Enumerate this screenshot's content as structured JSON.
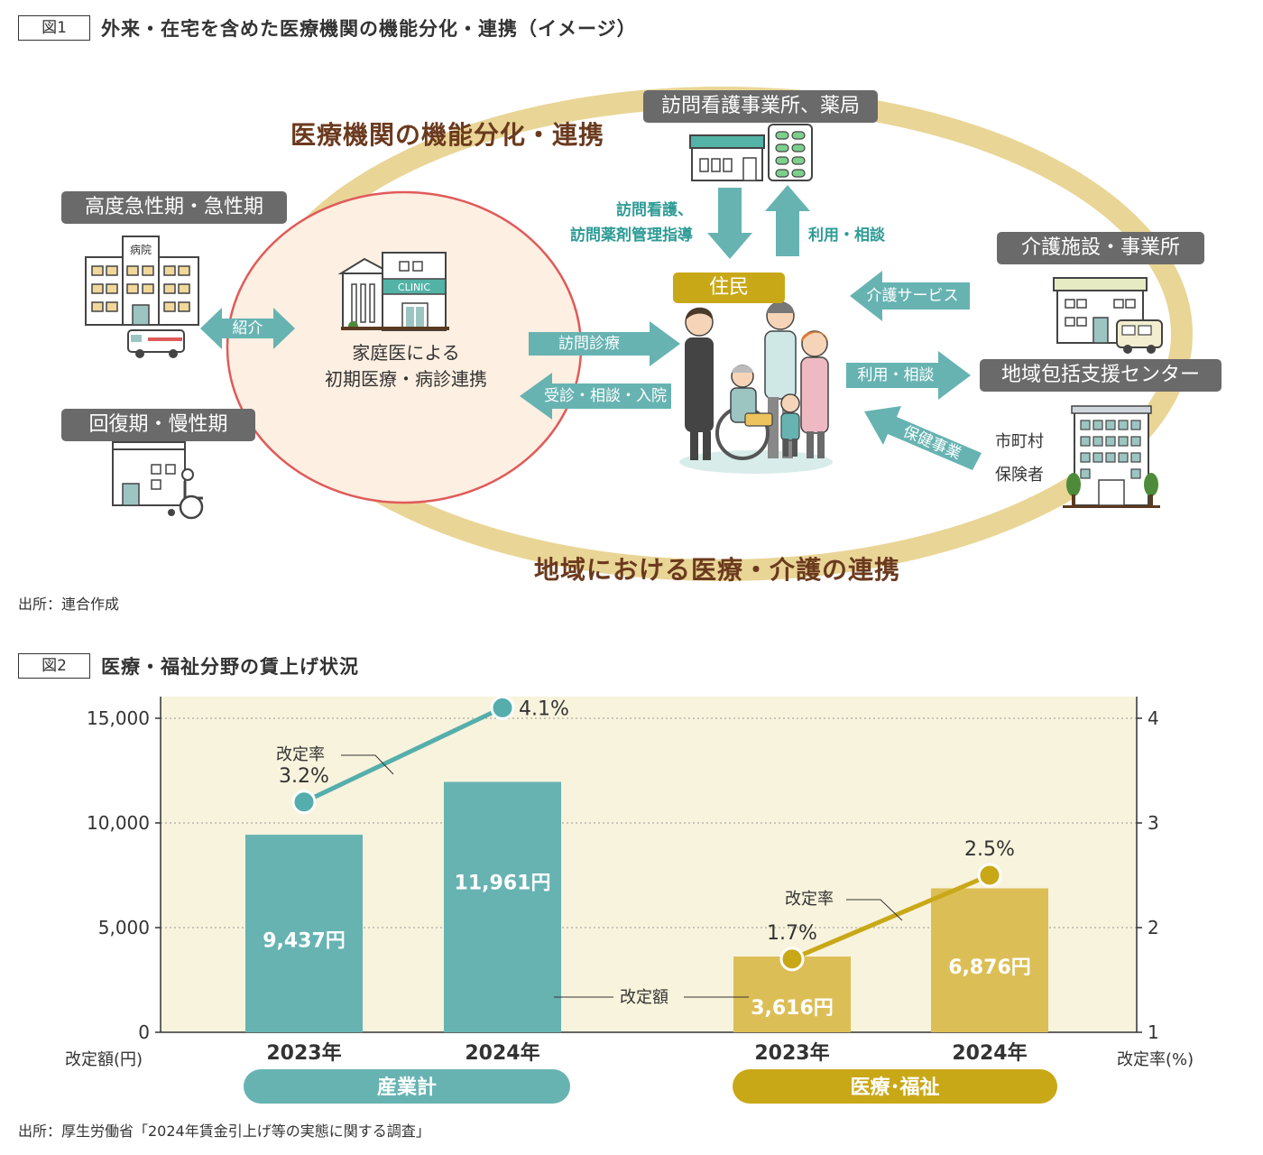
{
  "fig1": {
    "label": "図1",
    "title": "外来・在宅を含めた医療機関の機能分化・連携（イメージ）",
    "source": "出所：連合作成",
    "ring_top": "医療機関の機能分化・連携",
    "ring_bottom": "地域における医療・介護の連携",
    "acute": "高度急性期・急性期",
    "hospital_sign": "病院",
    "recovery": "回復期・慢性期",
    "referral": "紹介",
    "clinic_sign": "CLINIC",
    "clinic_text_1": "家庭医による",
    "clinic_text_2": "初期医療・病診連携",
    "home_visit": "訪問診療",
    "consult": "受診・相談・入院",
    "resident": "住民",
    "station": "訪問看護事業所、薬局",
    "nursing_1": "訪問看護、",
    "nursing_2": "訪問薬剤管理指導",
    "use_consult_top": "利用・相談",
    "care_facility": "介護施設・事業所",
    "care_service": "介護サービス",
    "use_consult_right": "利用・相談",
    "support_center": "地域包括支援センター",
    "health_service": "保健事業",
    "municipality_1": "市町村",
    "municipality_2": "保険者"
  },
  "fig2": {
    "label": "図2",
    "title": "医療・福祉分野の賃上げ状況",
    "source": "出所：厚生労働省「2024年賃金引上げ等の実態に関する調査」",
    "left_axis_label": "改定額(円)",
    "right_axis_label": "改定率(%)",
    "group1_label": "産業計",
    "group2_label": "医療･福祉",
    "rate_label_1": "改定率",
    "rate_label_2": "改定率",
    "amount_label": "改定額"
  },
  "chart_data": {
    "type": "bar",
    "title": "医療・福祉分野の賃上げ状況",
    "xlabel": "",
    "ylabel": "改定額(円)",
    "ylabel_right": "改定率(%)",
    "ylim": [
      0,
      15000
    ],
    "ylim_right": [
      1,
      4
    ],
    "yticks": [
      "0",
      "5,000",
      "10,000",
      "15,000"
    ],
    "yticks_right": [
      "1",
      "2",
      "3",
      "4"
    ],
    "groups": [
      "産業計",
      "医療･福祉"
    ],
    "categories": [
      "2023年",
      "2024年",
      "2023年",
      "2024年"
    ],
    "series": [
      {
        "name": "改定額",
        "values": [
          9437,
          11961,
          3616,
          6876
        ],
        "labels": [
          "9,437円",
          "11,961円",
          "3,616円",
          "6,876円"
        ],
        "colors": [
          "#67b3b2",
          "#67b3b2",
          "#dcbe56",
          "#dcbe56"
        ]
      },
      {
        "name": "改定率",
        "type": "line",
        "axis": "right",
        "values": [
          3.2,
          4.1,
          1.7,
          2.5
        ],
        "labels": [
          "3.2%",
          "4.1%",
          "1.7%",
          "2.5%"
        ],
        "colors": [
          "#55aeac",
          "#55aeac",
          "#c9a818",
          "#c9a818"
        ]
      }
    ],
    "grid": true,
    "legend": "none"
  }
}
